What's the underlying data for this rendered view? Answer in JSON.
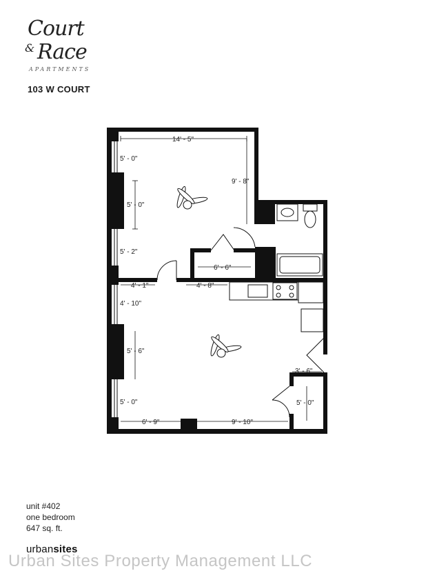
{
  "logo": {
    "line1": "Court",
    "amp": "&",
    "line2": "Race",
    "line3": "APARTMENTS"
  },
  "address": "103 W COURT",
  "dimensions": {
    "bedroom_width": "14' - 5\"",
    "bedroom_depth": "9' - 8\"",
    "bedroom_win1": "5' - 0\"",
    "bedroom_win2": "5' - 0\"",
    "bedroom_win3": "5' - 2\"",
    "closet_width": "6' - 6\"",
    "hall_left": "4' - 1\"",
    "hall_right": "4' - 8\"",
    "living_win1": "4' - 10\"",
    "living_win2": "5' - 6\"",
    "living_win3": "5' - 0\"",
    "bottom_left": "6' - 9\"",
    "bottom_right": "9' - 10\"",
    "entry_width": "3' - 6\"",
    "entry_closet": "5' - 0\""
  },
  "unit": {
    "number": "unit #402",
    "type": "one bedroom",
    "size": "647 sq. ft."
  },
  "brand": {
    "prefix": "urban",
    "suffix": "sites"
  },
  "watermark": "Urban Sites Property Management LLC"
}
